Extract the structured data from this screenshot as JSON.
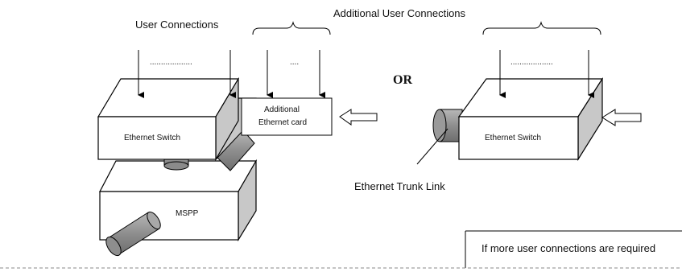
{
  "labels": {
    "user_connections": "User Connections",
    "additional_user_connections": "Additional User Connections",
    "dots_left": "...................",
    "dots_mid": "....",
    "dots_right": "...................",
    "or_text": "OR",
    "ethernet_switch_left": "Ethernet Switch",
    "additional_card_line1": "Additional",
    "additional_card_line2": "Ethernet card",
    "ethernet_switch_right": "Ethernet Switch",
    "mspp": "MSPP",
    "ethernet_trunk_link": "Ethernet Trunk Link",
    "note": "If more user connections are required"
  },
  "colors": {
    "box_fill": "#ffffff",
    "side_fill": "#c8c8c8",
    "cylinder_fill": "#9a9a9a",
    "stroke": "#000000",
    "dashed_line": "#8a8a8a"
  }
}
